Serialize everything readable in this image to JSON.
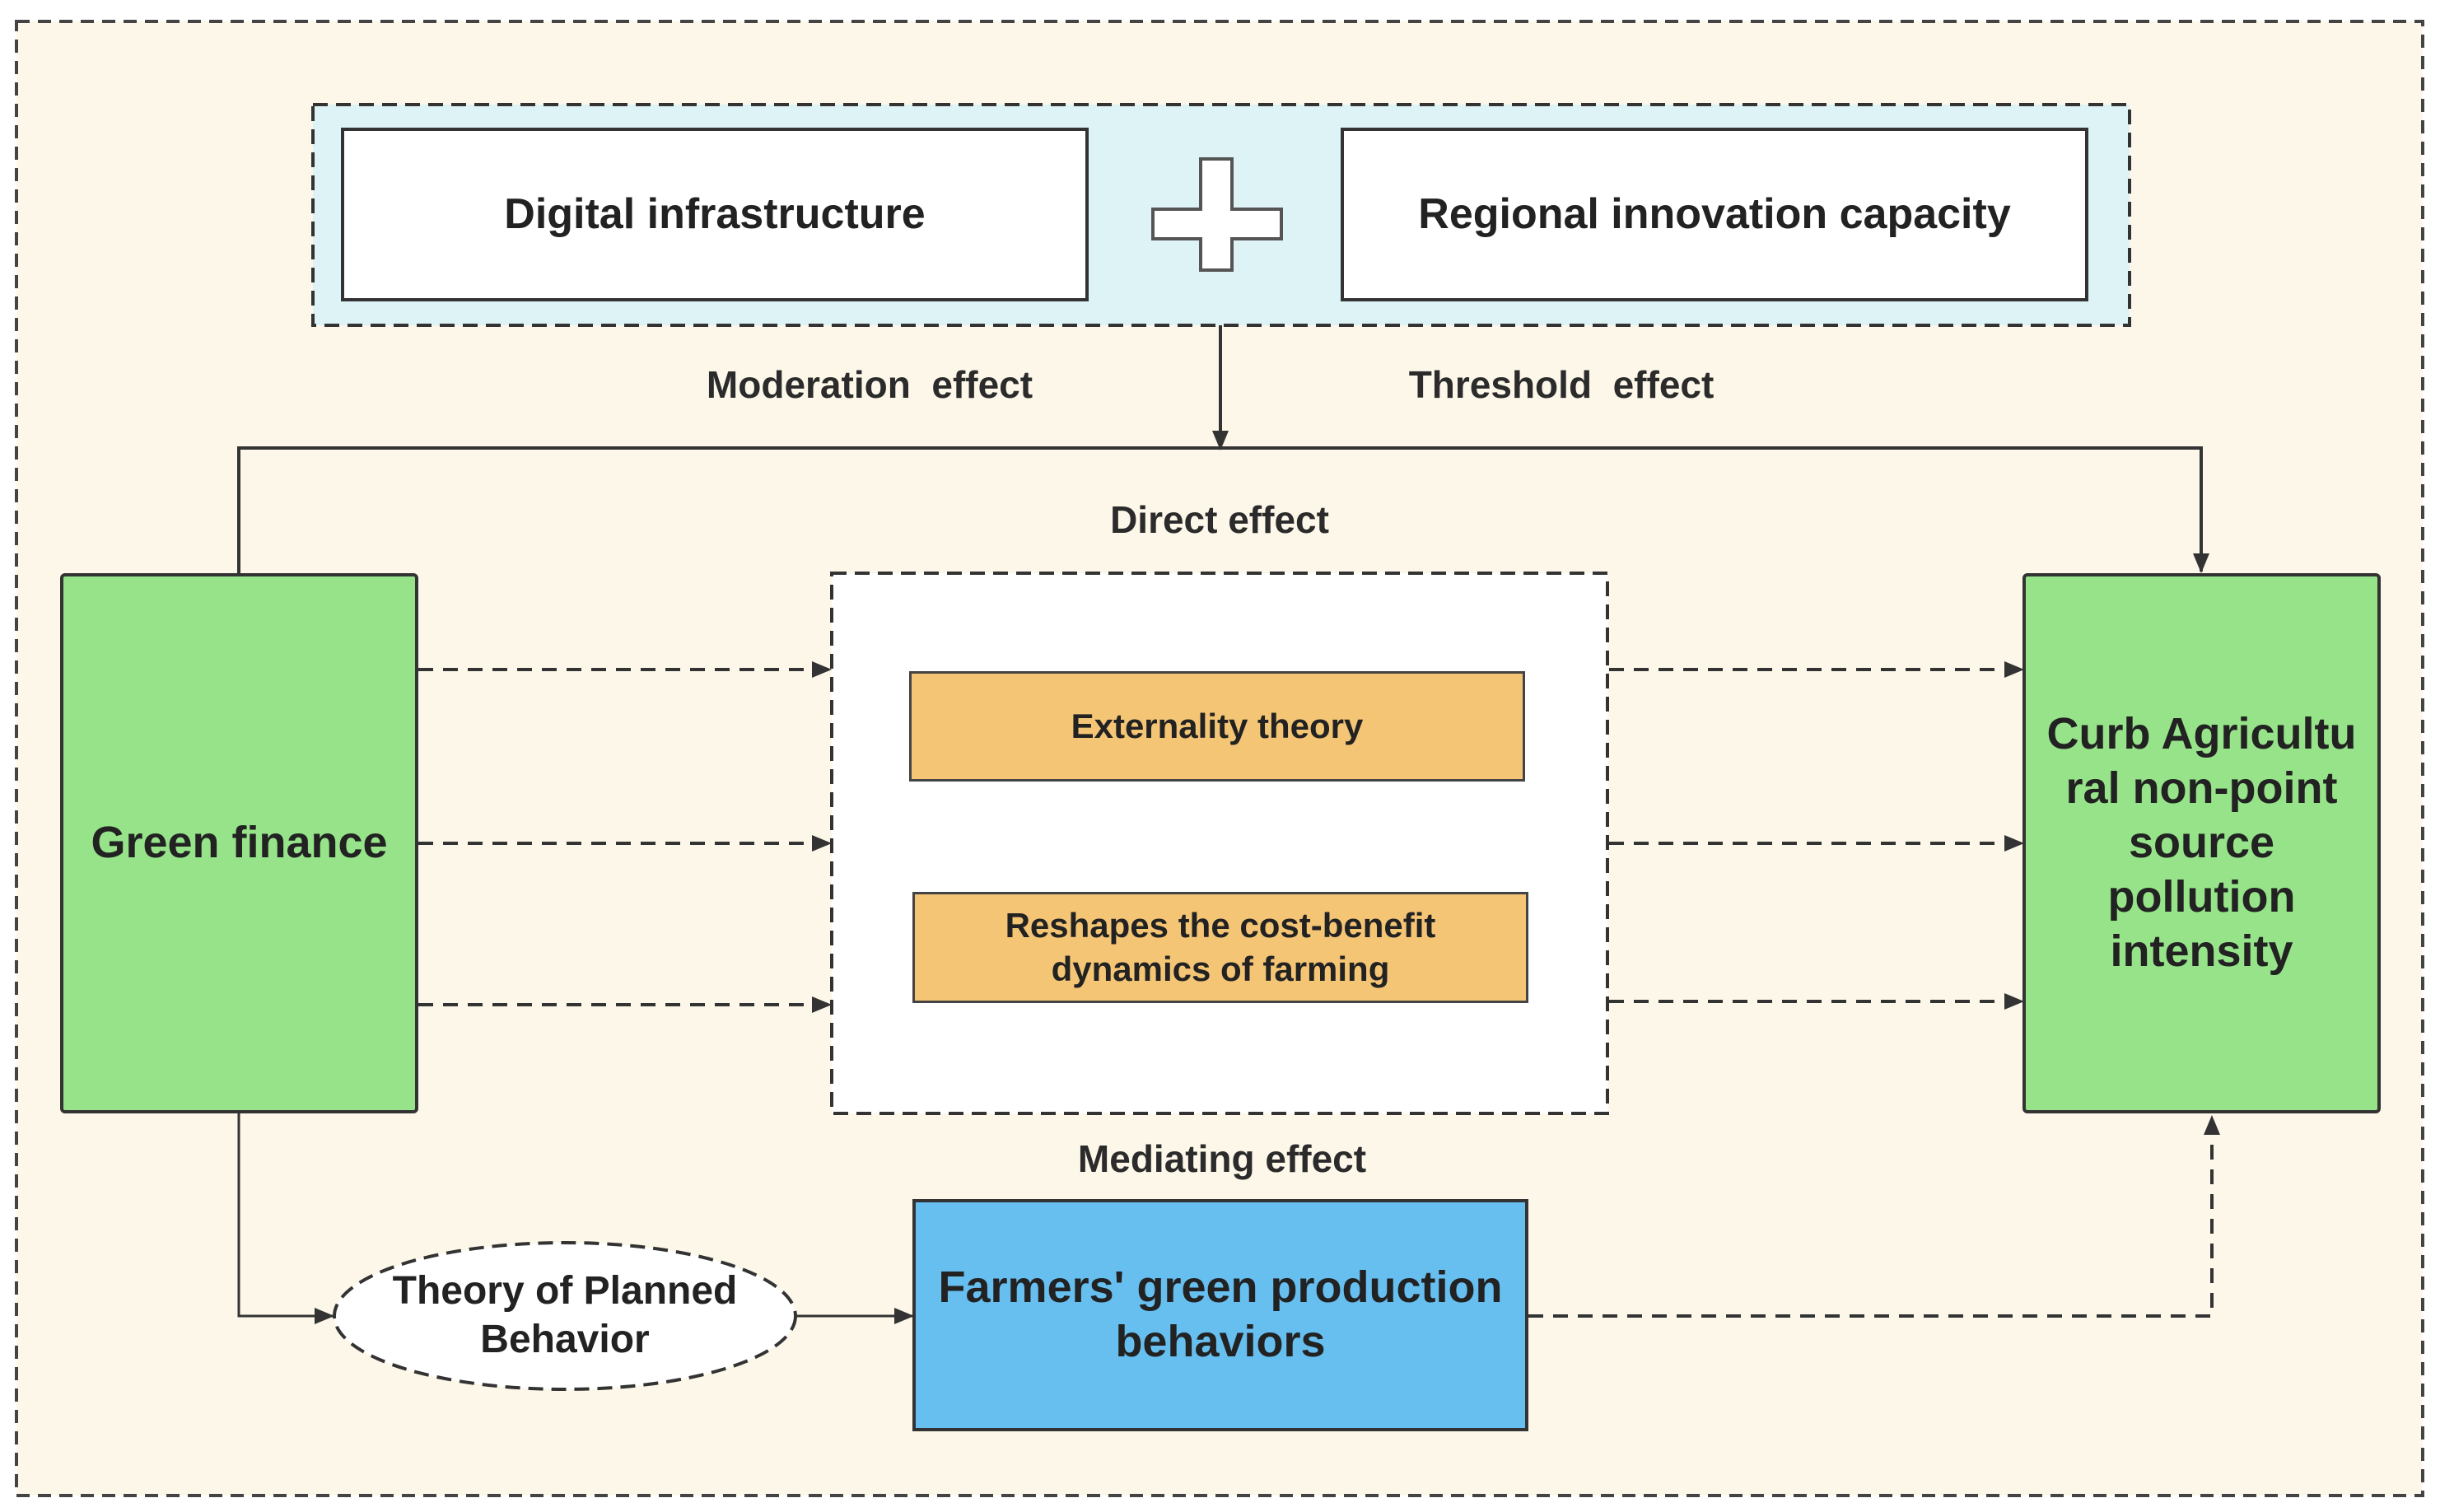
{
  "colors": {
    "background": "#fcf7e9",
    "top_band": "#ddf3f6",
    "green_box": "#96e38a",
    "orange_box": "#f4c575",
    "blue_box": "#67bff0",
    "line": "#333333"
  },
  "top": {
    "left_box": "Digital infrastructure",
    "right_box": "Regional innovation capacity",
    "plus_icon": "plus-icon"
  },
  "labels": {
    "moderation": "Moderation  effect",
    "threshold": "Threshold  effect",
    "direct": "Direct effect",
    "mediating": "Mediating effect"
  },
  "left_box": "Green finance",
  "right_box": [
    "Curb Agricultu",
    "ral non-point",
    "source",
    "pollution",
    "intensity"
  ],
  "center": {
    "theory1": "Externality theory",
    "theory2": [
      "Reshapes the cost-benefit",
      "dynamics of farming"
    ]
  },
  "ellipse": [
    "Theory of Planned",
    "Behavior"
  ],
  "bottom_box": [
    "Farmers' green production",
    "behaviors"
  ]
}
